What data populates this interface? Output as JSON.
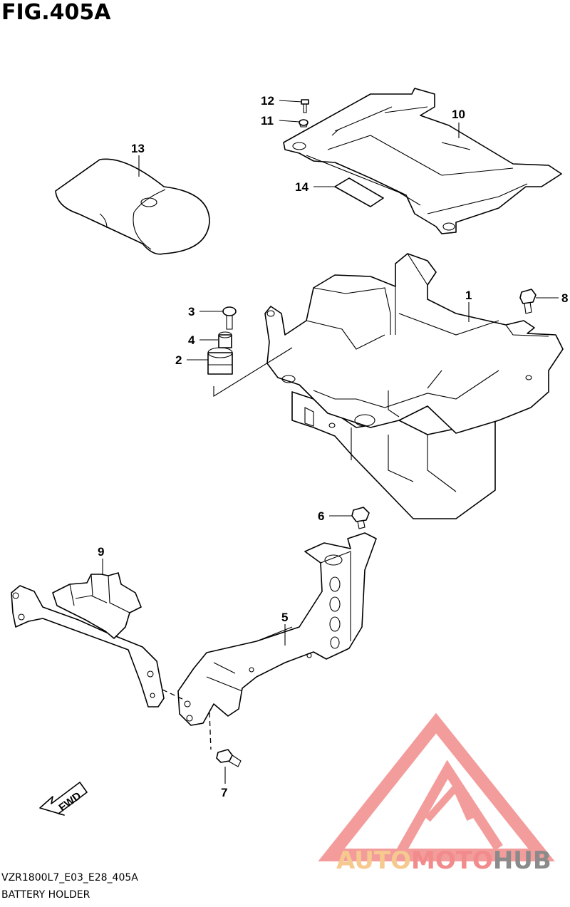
{
  "figure": {
    "title": "FIG.405A",
    "code": "VZR1800L7_E03_E28_405A",
    "caption": "BATTERY HOLDER"
  },
  "callouts": [
    {
      "id": "part-1",
      "label": "1"
    },
    {
      "id": "part-2",
      "label": "2"
    },
    {
      "id": "part-3",
      "label": "3"
    },
    {
      "id": "part-4",
      "label": "4"
    },
    {
      "id": "part-5",
      "label": "5"
    },
    {
      "id": "part-6",
      "label": "6"
    },
    {
      "id": "part-7",
      "label": "7"
    },
    {
      "id": "part-8",
      "label": "8"
    },
    {
      "id": "part-9",
      "label": "9"
    },
    {
      "id": "part-10",
      "label": "10"
    },
    {
      "id": "part-11",
      "label": "11"
    },
    {
      "id": "part-12",
      "label": "12"
    },
    {
      "id": "part-13",
      "label": "13"
    },
    {
      "id": "part-14",
      "label": "14"
    }
  ],
  "fwd_arrow": {
    "label": "FWD"
  },
  "watermark": {
    "part1": "AUTO",
    "part2": "MOTO",
    "part3": "HUB",
    "colors": {
      "auto": "#f6c98f",
      "moto": "#f28b8b",
      "hub": "#8b8b8b",
      "triangle": "#f28b8b"
    }
  }
}
